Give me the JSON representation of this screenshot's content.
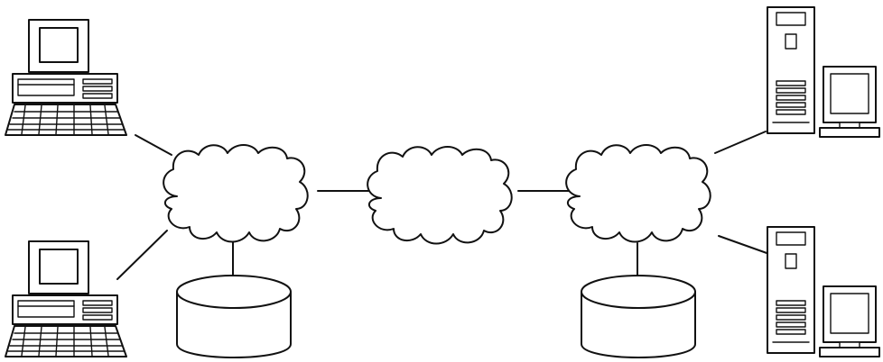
{
  "diagram": {
    "style": "black line drawing on white",
    "ink_color": "#111111",
    "background": "#ffffff",
    "nodes": [
      {
        "id": "desktop-pc-top-left",
        "kind": "desktop computer",
        "icon": "desktop-pc-icon"
      },
      {
        "id": "desktop-pc-bottom-left",
        "kind": "desktop computer",
        "icon": "desktop-pc-icon"
      },
      {
        "id": "cloud-left",
        "kind": "network cloud",
        "icon": "network-cloud-icon"
      },
      {
        "id": "cloud-center",
        "kind": "network cloud",
        "icon": "network-cloud-icon"
      },
      {
        "id": "cloud-right",
        "kind": "network cloud",
        "icon": "network-cloud-icon"
      },
      {
        "id": "database-left",
        "kind": "database",
        "icon": "database-cylinder-icon"
      },
      {
        "id": "database-right",
        "kind": "database",
        "icon": "database-cylinder-icon"
      },
      {
        "id": "server-top-right",
        "kind": "tower server with monitor",
        "icon": "tower-server-icon"
      },
      {
        "id": "server-bottom-right",
        "kind": "tower server with monitor",
        "icon": "tower-server-icon"
      }
    ],
    "links": [
      {
        "from": "desktop-pc-top-left",
        "to": "cloud-left"
      },
      {
        "from": "desktop-pc-bottom-left",
        "to": "cloud-left"
      },
      {
        "from": "cloud-left",
        "to": "database-left"
      },
      {
        "from": "cloud-left",
        "to": "cloud-center"
      },
      {
        "from": "cloud-center",
        "to": "cloud-right"
      },
      {
        "from": "cloud-right",
        "to": "database-right"
      },
      {
        "from": "cloud-right",
        "to": "server-top-right"
      },
      {
        "from": "cloud-right",
        "to": "server-bottom-right"
      }
    ]
  }
}
